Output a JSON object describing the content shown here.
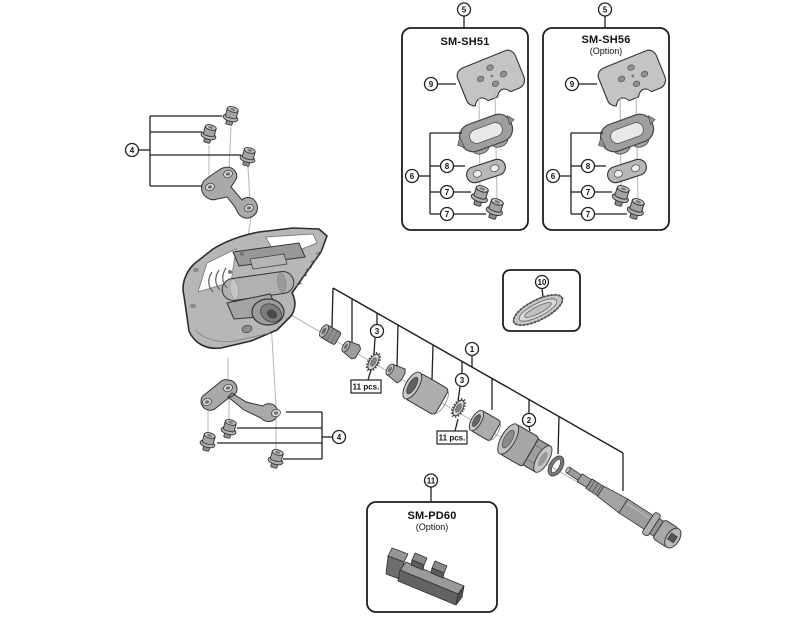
{
  "diagram": {
    "boxes": {
      "sh51": {
        "title": "SM-SH51"
      },
      "sh56": {
        "title": "SM-SH56",
        "subtitle": "(Option)"
      },
      "pd60": {
        "title": "SM-PD60",
        "subtitle": "(Option)"
      }
    },
    "callouts": {
      "n1": "1",
      "n2": "2",
      "n3": "3",
      "n4": "4",
      "n5": "5",
      "n6": "6",
      "n7": "7",
      "n8": "8",
      "n9": "9",
      "n10": "10",
      "n11": "11"
    },
    "labels": {
      "bearing_qty_a": "11 pcs.",
      "bearing_qty_b": "11 pcs."
    },
    "colors": {
      "line": "#231f20",
      "metal_light": "#c9c9c9",
      "metal_mid": "#a8a8a8",
      "metal_dark": "#6e6e6e",
      "background": "#ffffff"
    }
  }
}
